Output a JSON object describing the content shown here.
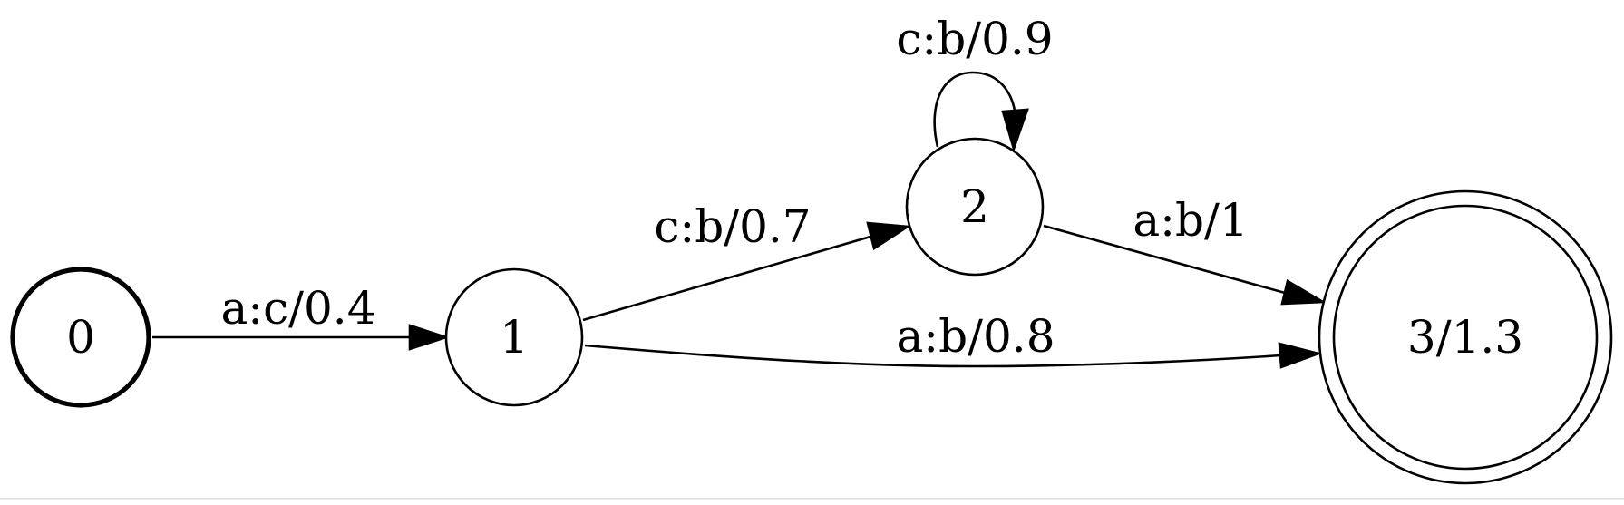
{
  "diagram": {
    "type": "weighted-finite-state-transducer",
    "states": [
      {
        "id": "0",
        "label": "0",
        "initial": true,
        "final": false
      },
      {
        "id": "1",
        "label": "1",
        "initial": false,
        "final": false
      },
      {
        "id": "2",
        "label": "2",
        "initial": false,
        "final": false
      },
      {
        "id": "3",
        "label": "3/1.3",
        "initial": false,
        "final": true
      }
    ],
    "transitions": [
      {
        "from": "0",
        "to": "1",
        "label": "a:c/0.4"
      },
      {
        "from": "1",
        "to": "2",
        "label": "c:b/0.7"
      },
      {
        "from": "1",
        "to": "3",
        "label": "a:b/0.8"
      },
      {
        "from": "2",
        "to": "2",
        "label": "c:b/0.9"
      },
      {
        "from": "2",
        "to": "3",
        "label": "a:b/1"
      }
    ]
  },
  "colors": {
    "stroke": "#000000",
    "background": "#ffffff"
  }
}
